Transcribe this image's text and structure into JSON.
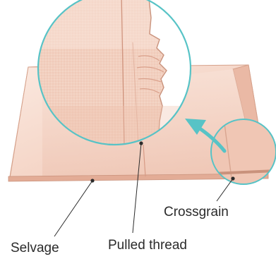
{
  "labels": {
    "crossgrain": "Crossgrain",
    "selvage": "Selvage",
    "pulled_thread": "Pulled thread"
  },
  "colors": {
    "fabric_light": "#f9e4da",
    "fabric_mid": "#f1cdbd",
    "fabric_dark": "#e0a994",
    "fabric_outline": "#c9927c",
    "magnifier_ring": "#57c3c6",
    "arrow": "#57c3c6",
    "leader_line": "#2b2b2b"
  },
  "icons": {
    "magnifier": "magnifier-circle",
    "detail_circle": "detail-circle",
    "arrow": "pointer-arrow"
  }
}
